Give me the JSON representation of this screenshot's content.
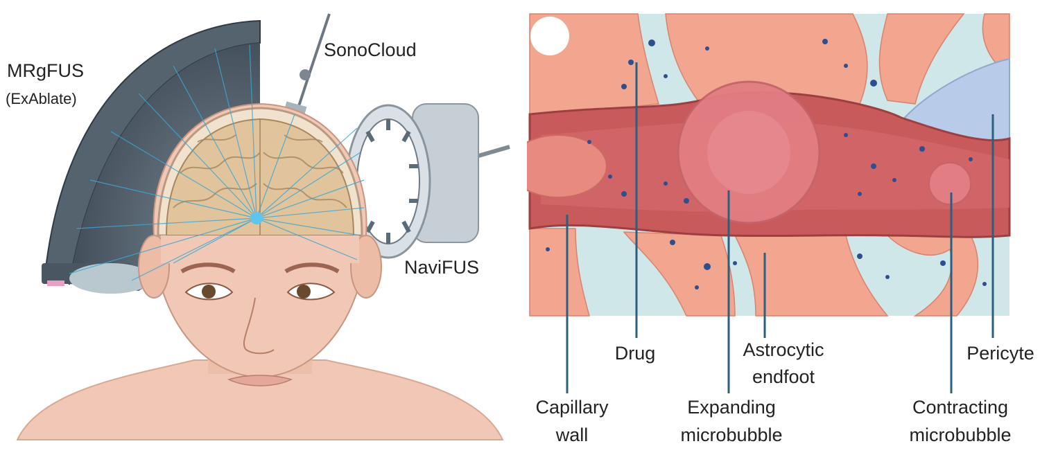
{
  "left_panel": {
    "labels": {
      "mrgfus": "MRgFUS",
      "exablate": "(ExAblate)",
      "sonocloud": "SonoCloud",
      "navifus": "NaviFUS"
    }
  },
  "right_panel": {
    "labels": {
      "drug": "Drug",
      "astro_1": "Astrocytic",
      "astro_2": "endfoot",
      "pericyte": "Pericyte",
      "capillary_1": "Capillary",
      "capillary_2": "wall",
      "expanding_1": "Expanding",
      "expanding_2": "microbubble",
      "contracting_1": "Contracting",
      "contracting_2": "microbubble"
    }
  },
  "colors": {
    "skin": "#f1c8b5",
    "skin_shadow": "#d9a892",
    "brain": "#e2c49c",
    "brain_lines": "#a7865e",
    "transducer_dark": "#4f5d6a",
    "transducer_light": "#c4cdd6",
    "beam": "#3aa7d3",
    "fluid": "#cfe7e8",
    "astrocyte": "#f2a58f",
    "vessel": "#c85a5c",
    "pericyte": "#b8cbe8",
    "drug_dot": "#2e4f8f",
    "leader_line": "#2b5f7e"
  }
}
